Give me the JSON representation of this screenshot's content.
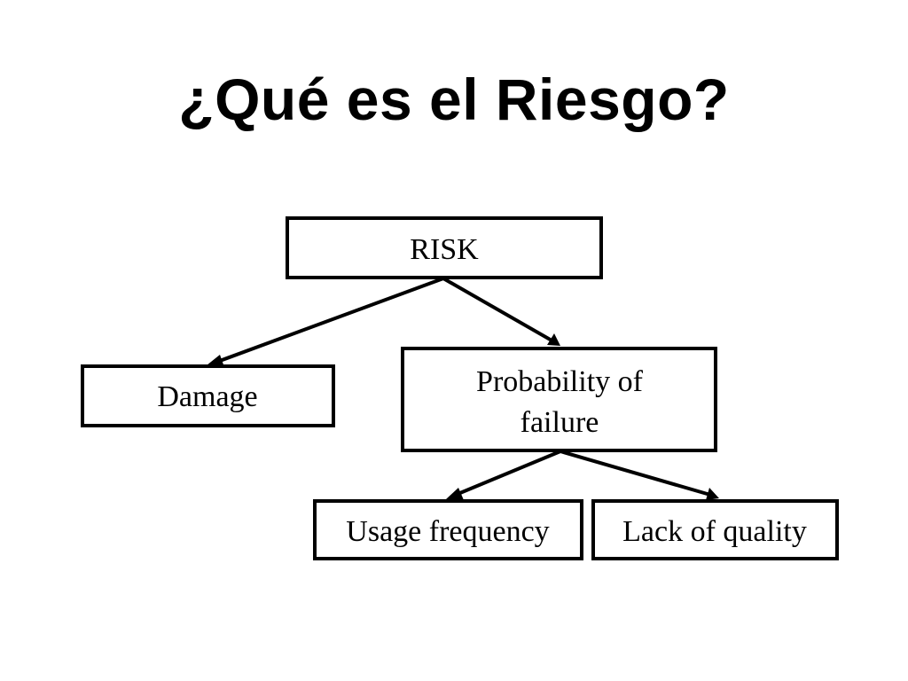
{
  "slide": {
    "title": "¿Qué es el Riesgo?"
  },
  "diagram": {
    "nodes": {
      "risk": {
        "label": "RISK"
      },
      "damage": {
        "label": "Damage"
      },
      "probability": {
        "line1": "Probability of",
        "line2": "failure"
      },
      "usage": {
        "label": "Usage frequency"
      },
      "quality": {
        "label": "Lack of quality"
      }
    },
    "colors": {
      "stroke": "#000000",
      "background": "#ffffff"
    }
  }
}
